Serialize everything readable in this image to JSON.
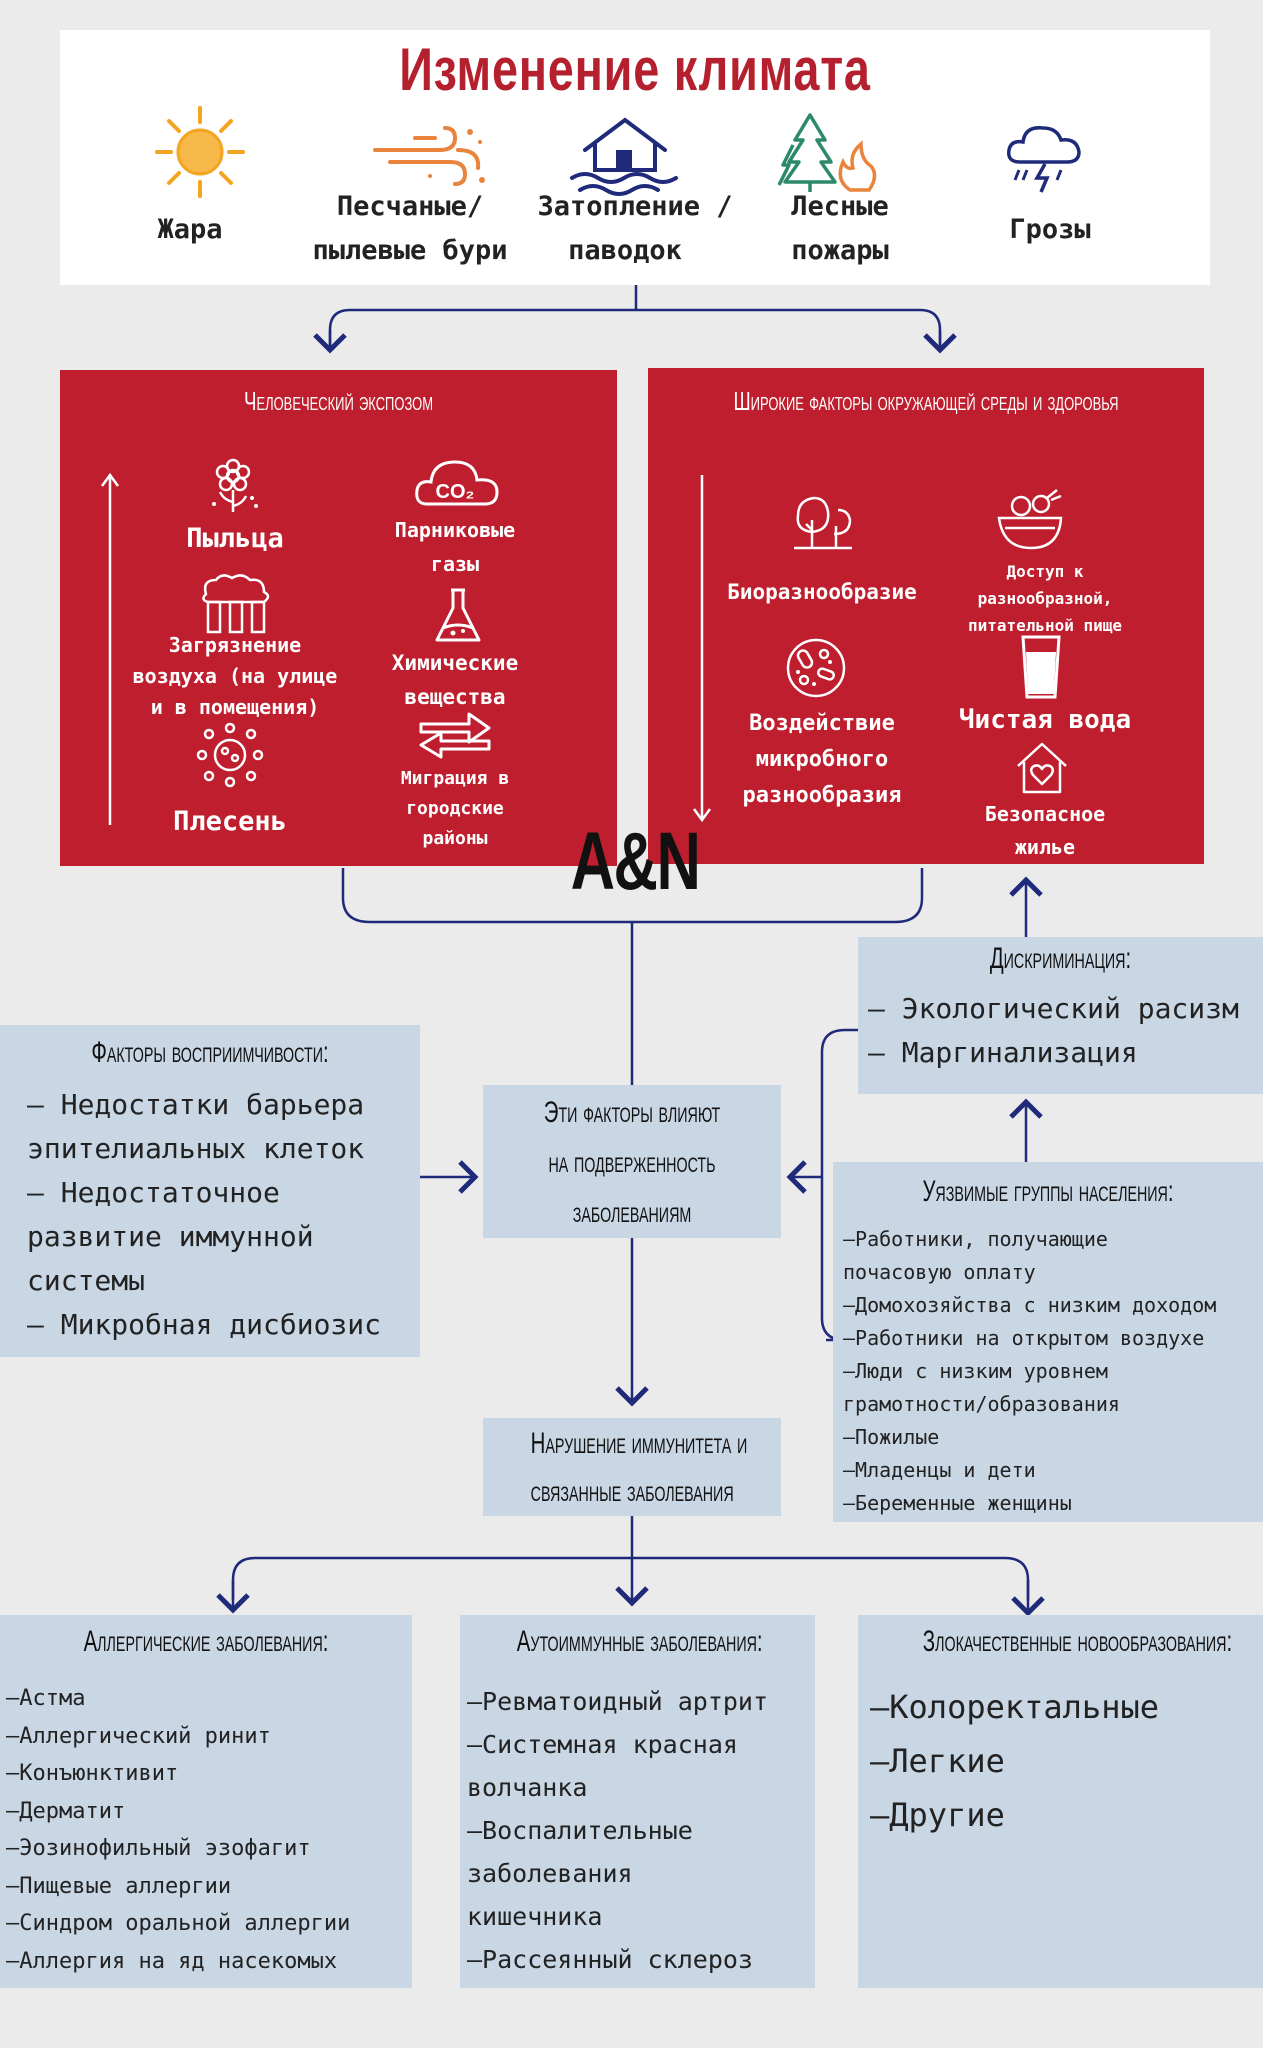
{
  "header": {
    "title": "Изменение климата",
    "items": [
      {
        "label": "Жара",
        "icon": "sun-icon"
      },
      {
        "label_line1": "Песчаные/",
        "label_line2": "пылевые бури",
        "icon": "dust-storm-icon"
      },
      {
        "label_line1": "Затопление /",
        "label_line2": "паводок",
        "icon": "flood-icon"
      },
      {
        "label_line1": "Лесные",
        "label_line2": "пожары",
        "icon": "forest-fire-icon"
      },
      {
        "label": "Грозы",
        "icon": "thunderstorm-icon"
      }
    ]
  },
  "human_exposome": {
    "title": "Человеческий экспозом",
    "pollen": "Пыльца",
    "air_pollution": [
      "Загрязнение",
      "воздуха (на улице",
      "и в помещения)"
    ],
    "mold": "Плесень",
    "greenhouse": [
      "Парниковые",
      "газы"
    ],
    "chemicals": [
      "Химические",
      "вещества"
    ],
    "migration": [
      "Миграция в",
      "городские",
      "районы"
    ]
  },
  "env_factors": {
    "title": "Широкие факторы окружающей среды и здоровья",
    "biodiversity": "Биоразнообразие",
    "microbial": [
      "Воздействие",
      "микробного",
      "разнообразия"
    ],
    "food": [
      "Доступ к",
      "разнообразной,",
      "питательной пище"
    ],
    "water": "Чистая вода",
    "housing": [
      "Безопасное",
      "жилье"
    ]
  },
  "logo": "A&N",
  "discrimination": {
    "title": "Дискриминация:",
    "items": [
      "– Экологический расизм",
      "– Маргинализация"
    ]
  },
  "susceptibility": {
    "title": "Факторы восприимчивости:",
    "lines": [
      "– Недостатки барьера",
      "эпителиальных клеток",
      "– Недостаточное",
      "развитие иммунной",
      "системы",
      "– Микробная дисбиозис"
    ]
  },
  "center": {
    "lines": [
      "Эти факторы влияют",
      "на подверженность",
      "заболеваниям"
    ]
  },
  "vulnerable": {
    "title": "Уязвимые группы населения:",
    "lines": [
      "–Работники, получающие",
      "почасовую оплату",
      "–Домохозяйства с низким доходом",
      "–Работники на открытом воздухе",
      "–Люди с низким уровнем",
      "грамотности/образования",
      "–Пожилые",
      "–Младенцы и дети",
      "–Беременные женщины"
    ]
  },
  "immunity": {
    "lines": [
      "Нарушение иммунитета и",
      "связанные заболевания"
    ]
  },
  "allergic": {
    "title": "Аллергические заболевания:",
    "lines": [
      "–Астма",
      "–Аллергический ринит",
      "–Конъюнктивит",
      "–Дерматит",
      "–Эозинофильный эзофагит",
      "–Пищевые аллергии",
      "–Синдром оральной аллергии",
      "–Аллергия на яд насекомых"
    ]
  },
  "autoimmune": {
    "title": "Аутоиммунные заболевания:",
    "lines": [
      "–Ревматоидный артрит",
      "–Системная красная",
      "волчанка",
      "–Воспалительные",
      "заболевания",
      "кишечника",
      "–Рассеянный склероз"
    ]
  },
  "malignant": {
    "title": "Злокачественные новообразования:",
    "lines": [
      "–Колоректальные",
      "–Легкие",
      "–Другие"
    ]
  },
  "colors": {
    "red": "#be1e2d",
    "navy": "#1f2a7a",
    "blue_box": "#c9d6e4",
    "accent": "#f3a51f"
  }
}
